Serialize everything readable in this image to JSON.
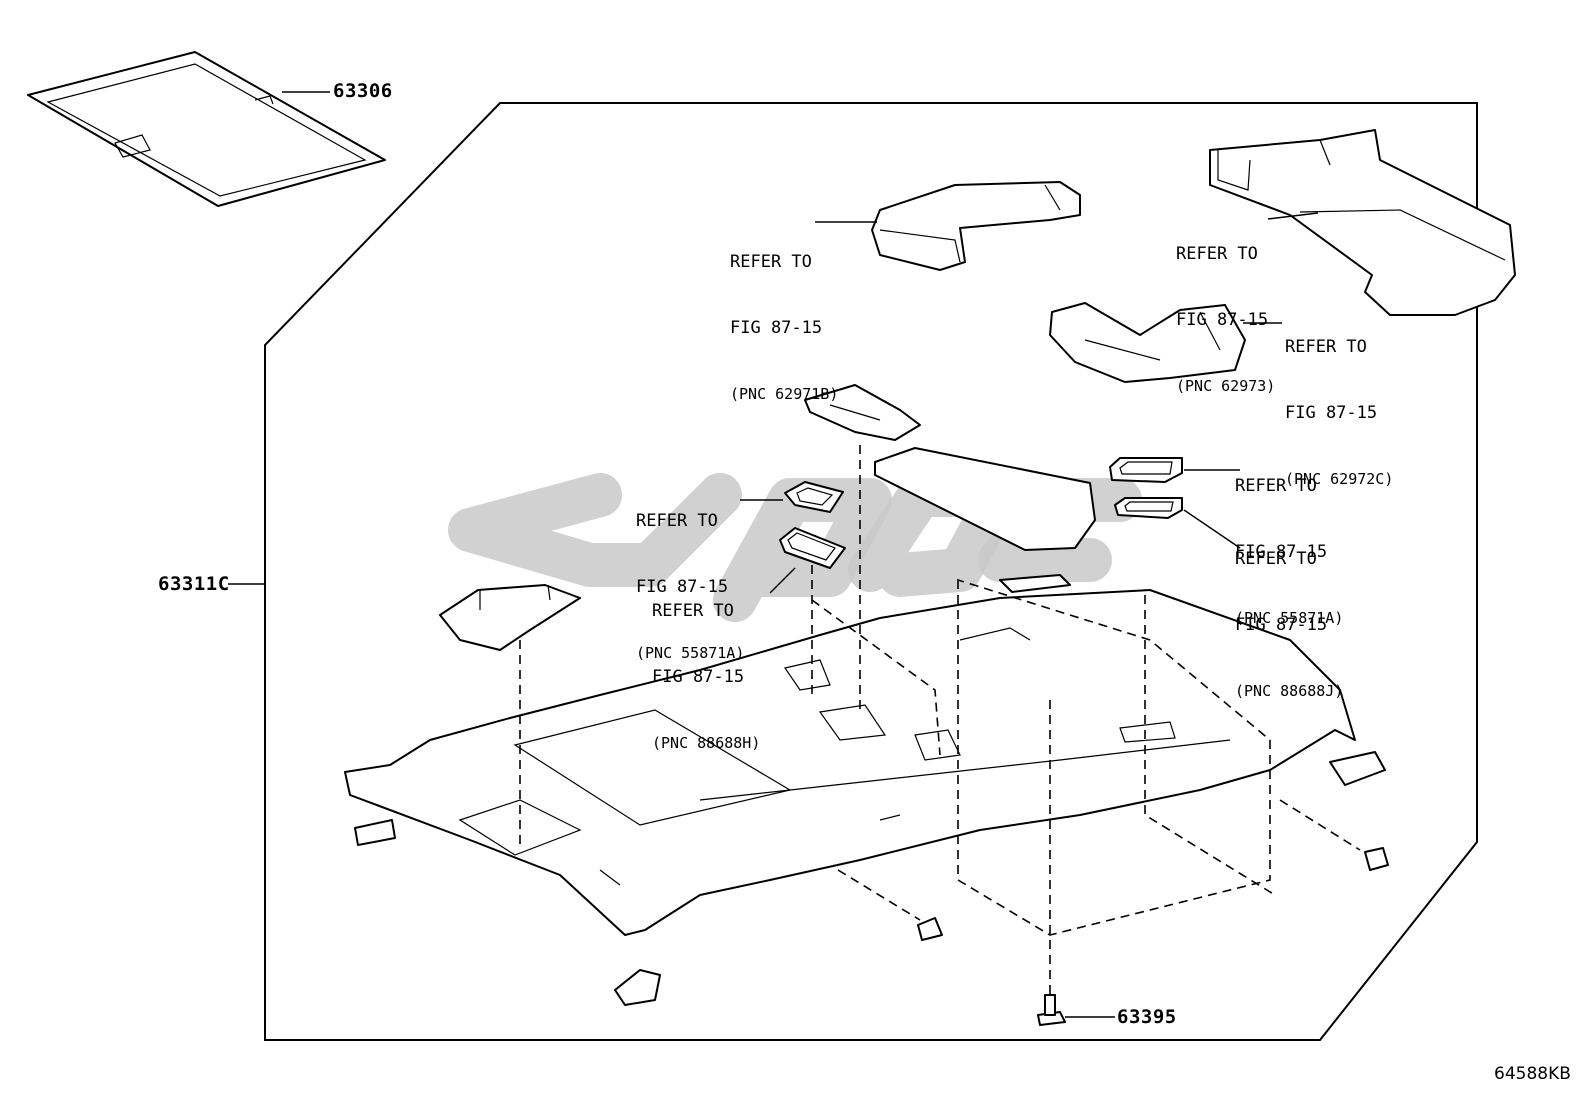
{
  "parts": {
    "p63306": "63306",
    "p63311c": "63311C",
    "p63395": "63395"
  },
  "refs": {
    "r62971b": {
      "l1": "REFER TO",
      "l2": "FIG 87-15",
      "l3": "(PNC 62971B)"
    },
    "r62973": {
      "l1": "REFER TO",
      "l2": "FIG 87-15",
      "l3": "(PNC 62973)"
    },
    "r62972c": {
      "l1": "REFER TO",
      "l2": "FIG 87-15",
      "l3": "(PNC 62972C)"
    },
    "r55871a_left": {
      "l1": "REFER TO",
      "l2": "FIG 87-15",
      "l3": "(PNC 55871A)"
    },
    "r88688h": {
      "l1": "REFER TO",
      "l2": "FIG 87-15",
      "l3": "(PNC 88688H)"
    },
    "r55871a_right": {
      "l1": "REFER TO",
      "l2": "FIG 87-15",
      "l3": "(PNC 55871A)"
    },
    "r88688j": {
      "l1": "REFER TO",
      "l2": "FIG 87-15",
      "l3": "(PNC 88688J)"
    }
  },
  "diagram_code": "64588KB",
  "colors": {
    "ink": "#000000",
    "watermark": "#c9c9c9",
    "background": "#ffffff"
  }
}
